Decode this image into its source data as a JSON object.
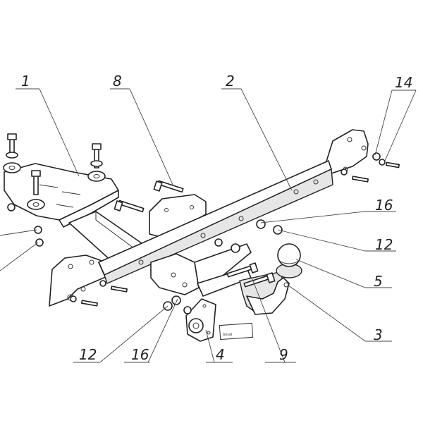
{
  "callouts": [
    {
      "id": "c1",
      "label": "1"
    },
    {
      "id": "c8",
      "label": "8"
    },
    {
      "id": "c2",
      "label": "2"
    },
    {
      "id": "c14",
      "label": "14"
    },
    {
      "id": "c16a",
      "label": "16"
    },
    {
      "id": "c12a",
      "label": "12"
    },
    {
      "id": "c5",
      "label": "5"
    },
    {
      "id": "c3",
      "label": "3"
    },
    {
      "id": "c9",
      "label": "9"
    },
    {
      "id": "c4",
      "label": "4"
    },
    {
      "id": "c16b",
      "label": "16"
    },
    {
      "id": "c12b",
      "label": "12"
    }
  ],
  "plate_text": "bosal"
}
